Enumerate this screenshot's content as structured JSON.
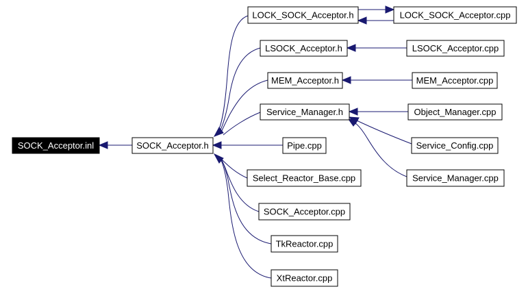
{
  "diagram": {
    "nodes": {
      "sock_acceptor_inl": "SOCK_Acceptor.inl",
      "sock_acceptor_h": "SOCK_Acceptor.h",
      "lock_sock_acceptor_h": "LOCK_SOCK_Acceptor.h",
      "lock_sock_acceptor_cpp": "LOCK_SOCK_Acceptor.cpp",
      "lsock_acceptor_h": "LSOCK_Acceptor.h",
      "lsock_acceptor_cpp": "LSOCK_Acceptor.cpp",
      "mem_acceptor_h": "MEM_Acceptor.h",
      "mem_acceptor_cpp": "MEM_Acceptor.cpp",
      "service_manager_h": "Service_Manager.h",
      "object_manager_cpp": "Object_Manager.cpp",
      "service_config_cpp": "Service_Config.cpp",
      "service_manager_cpp": "Service_Manager.cpp",
      "pipe_cpp": "Pipe.cpp",
      "select_reactor_base_cpp": "Select_Reactor_Base.cpp",
      "sock_acceptor_cpp": "SOCK_Acceptor.cpp",
      "tkreactor_cpp": "TkReactor.cpp",
      "xtreactor_cpp": "XtReactor.cpp"
    },
    "edges": [
      {
        "from": "sock_acceptor_h",
        "to": "sock_acceptor_inl"
      },
      {
        "from": "lock_sock_acceptor_h",
        "to": "sock_acceptor_h"
      },
      {
        "from": "lsock_acceptor_h",
        "to": "sock_acceptor_h"
      },
      {
        "from": "mem_acceptor_h",
        "to": "sock_acceptor_h"
      },
      {
        "from": "service_manager_h",
        "to": "sock_acceptor_h"
      },
      {
        "from": "pipe_cpp",
        "to": "sock_acceptor_h"
      },
      {
        "from": "select_reactor_base_cpp",
        "to": "sock_acceptor_h"
      },
      {
        "from": "sock_acceptor_cpp",
        "to": "sock_acceptor_h"
      },
      {
        "from": "tkreactor_cpp",
        "to": "sock_acceptor_h"
      },
      {
        "from": "xtreactor_cpp",
        "to": "sock_acceptor_h"
      },
      {
        "from": "lock_sock_acceptor_cpp",
        "to": "lock_sock_acceptor_h"
      },
      {
        "from": "lock_sock_acceptor_h",
        "to": "lock_sock_acceptor_cpp"
      },
      {
        "from": "lsock_acceptor_cpp",
        "to": "lsock_acceptor_h"
      },
      {
        "from": "mem_acceptor_cpp",
        "to": "mem_acceptor_h"
      },
      {
        "from": "object_manager_cpp",
        "to": "service_manager_h"
      },
      {
        "from": "service_config_cpp",
        "to": "service_manager_h"
      },
      {
        "from": "service_manager_cpp",
        "to": "service_manager_h"
      }
    ],
    "colors": {
      "edge": "#191970",
      "highlight_fill": "#000000",
      "highlight_text": "#ffffff"
    }
  }
}
